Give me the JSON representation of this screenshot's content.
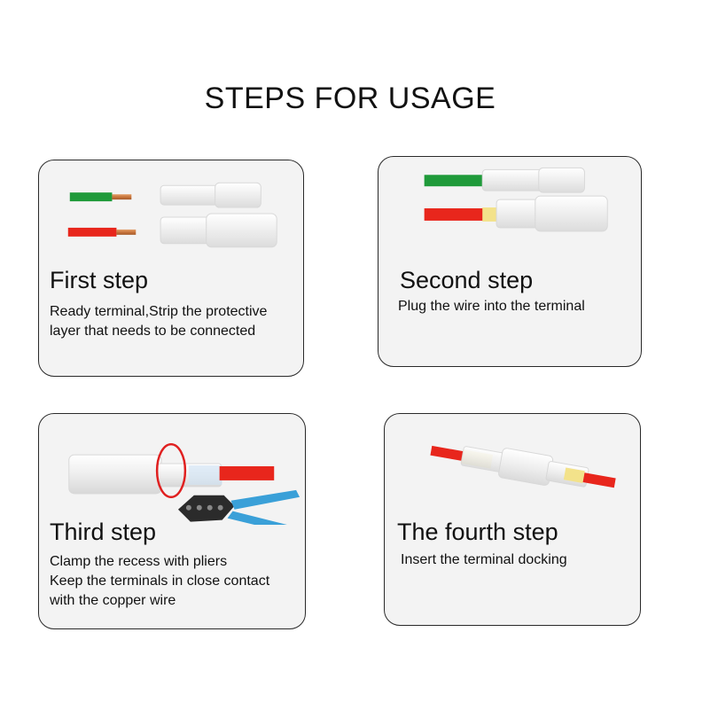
{
  "title": "STEPS FOR USAGE",
  "steps": [
    {
      "title": "First step",
      "lines": [
        "Ready terminal,Strip the protective",
        "layer that needs to be connected"
      ]
    },
    {
      "title": "Second step",
      "lines": [
        "Plug the wire into the terminal"
      ]
    },
    {
      "title": "Third step",
      "lines": [
        "Clamp the recess with pliers",
        "Keep the terminals in close contact",
        "with the copper wire"
      ]
    },
    {
      "title": "The fourth step",
      "lines": [
        "Insert the terminal docking"
      ]
    }
  ],
  "colors": {
    "green_wire": "#1f9a3a",
    "red_wire": "#e8261c",
    "copper": "#c8753c",
    "terminal": "#f7f7f7",
    "plier_handle": "#3aa0d8",
    "plier_jaw": "#2b2b2b",
    "highlight_ring": "#e02020"
  },
  "icons": [
    "stripped-wire-icon",
    "terminal-icon",
    "crimping-pliers-icon",
    "highlight-ring-icon"
  ]
}
